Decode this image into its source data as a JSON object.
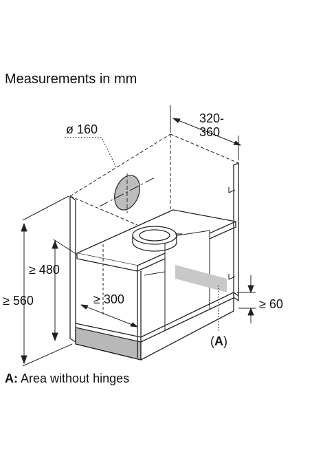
{
  "heading": "Measurements in mm",
  "dimensions": {
    "duct_diameter": "ø 160",
    "depth_line1": "320-",
    "depth_line2": "360",
    "height_480": "≥ 480",
    "height_560": "≥ 560",
    "width_300": "≥ 300",
    "gap_60": "≥ 60",
    "area_marker_open": "(",
    "area_marker_letter": "A",
    "area_marker_close": ")"
  },
  "legend": {
    "key": "A:",
    "text": " Area without hinges"
  },
  "colors": {
    "line": "#222222",
    "shade": "#b8b8b8",
    "duct_fill": "#bdbdbd",
    "appliance_fill": "#ffffff"
  }
}
